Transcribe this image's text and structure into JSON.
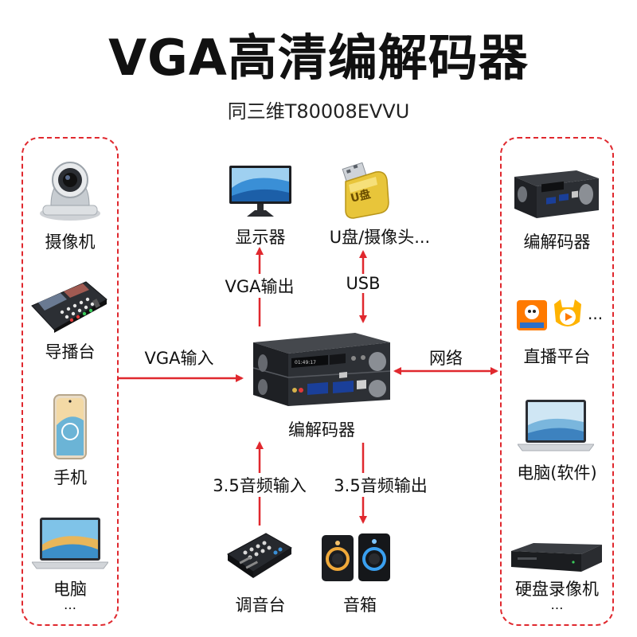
{
  "title": "VGA高清编解码器",
  "subtitle": "同三维T80008EVVU",
  "center": {
    "label": "编解码器"
  },
  "left_inputs": [
    {
      "label": "摄像机"
    },
    {
      "label": "导播台"
    },
    {
      "label": "手机"
    },
    {
      "label": "电脑"
    }
  ],
  "left_more": "…",
  "right_outputs": [
    {
      "label": "编解码器"
    },
    {
      "label": "直播平台",
      "extra": "..."
    },
    {
      "label": "电脑(软件)"
    },
    {
      "label": "硬盘录像机"
    }
  ],
  "right_more": "…",
  "top_devices": {
    "display": {
      "label": "显示器"
    },
    "usb": {
      "label": "U盘/摄像头...",
      "drive_text": "U盘"
    }
  },
  "bottom_devices": {
    "mixer": {
      "label": "调音台"
    },
    "speaker": {
      "label": "音箱"
    }
  },
  "arrows": {
    "vga_in": "VGA输入",
    "vga_out": "VGA输出",
    "usb": "USB",
    "network": "网络",
    "audio_in": "3.5音频输入",
    "audio_out": "3.5音频输出"
  },
  "colors": {
    "accent": "#e0282e",
    "text": "#111111"
  }
}
